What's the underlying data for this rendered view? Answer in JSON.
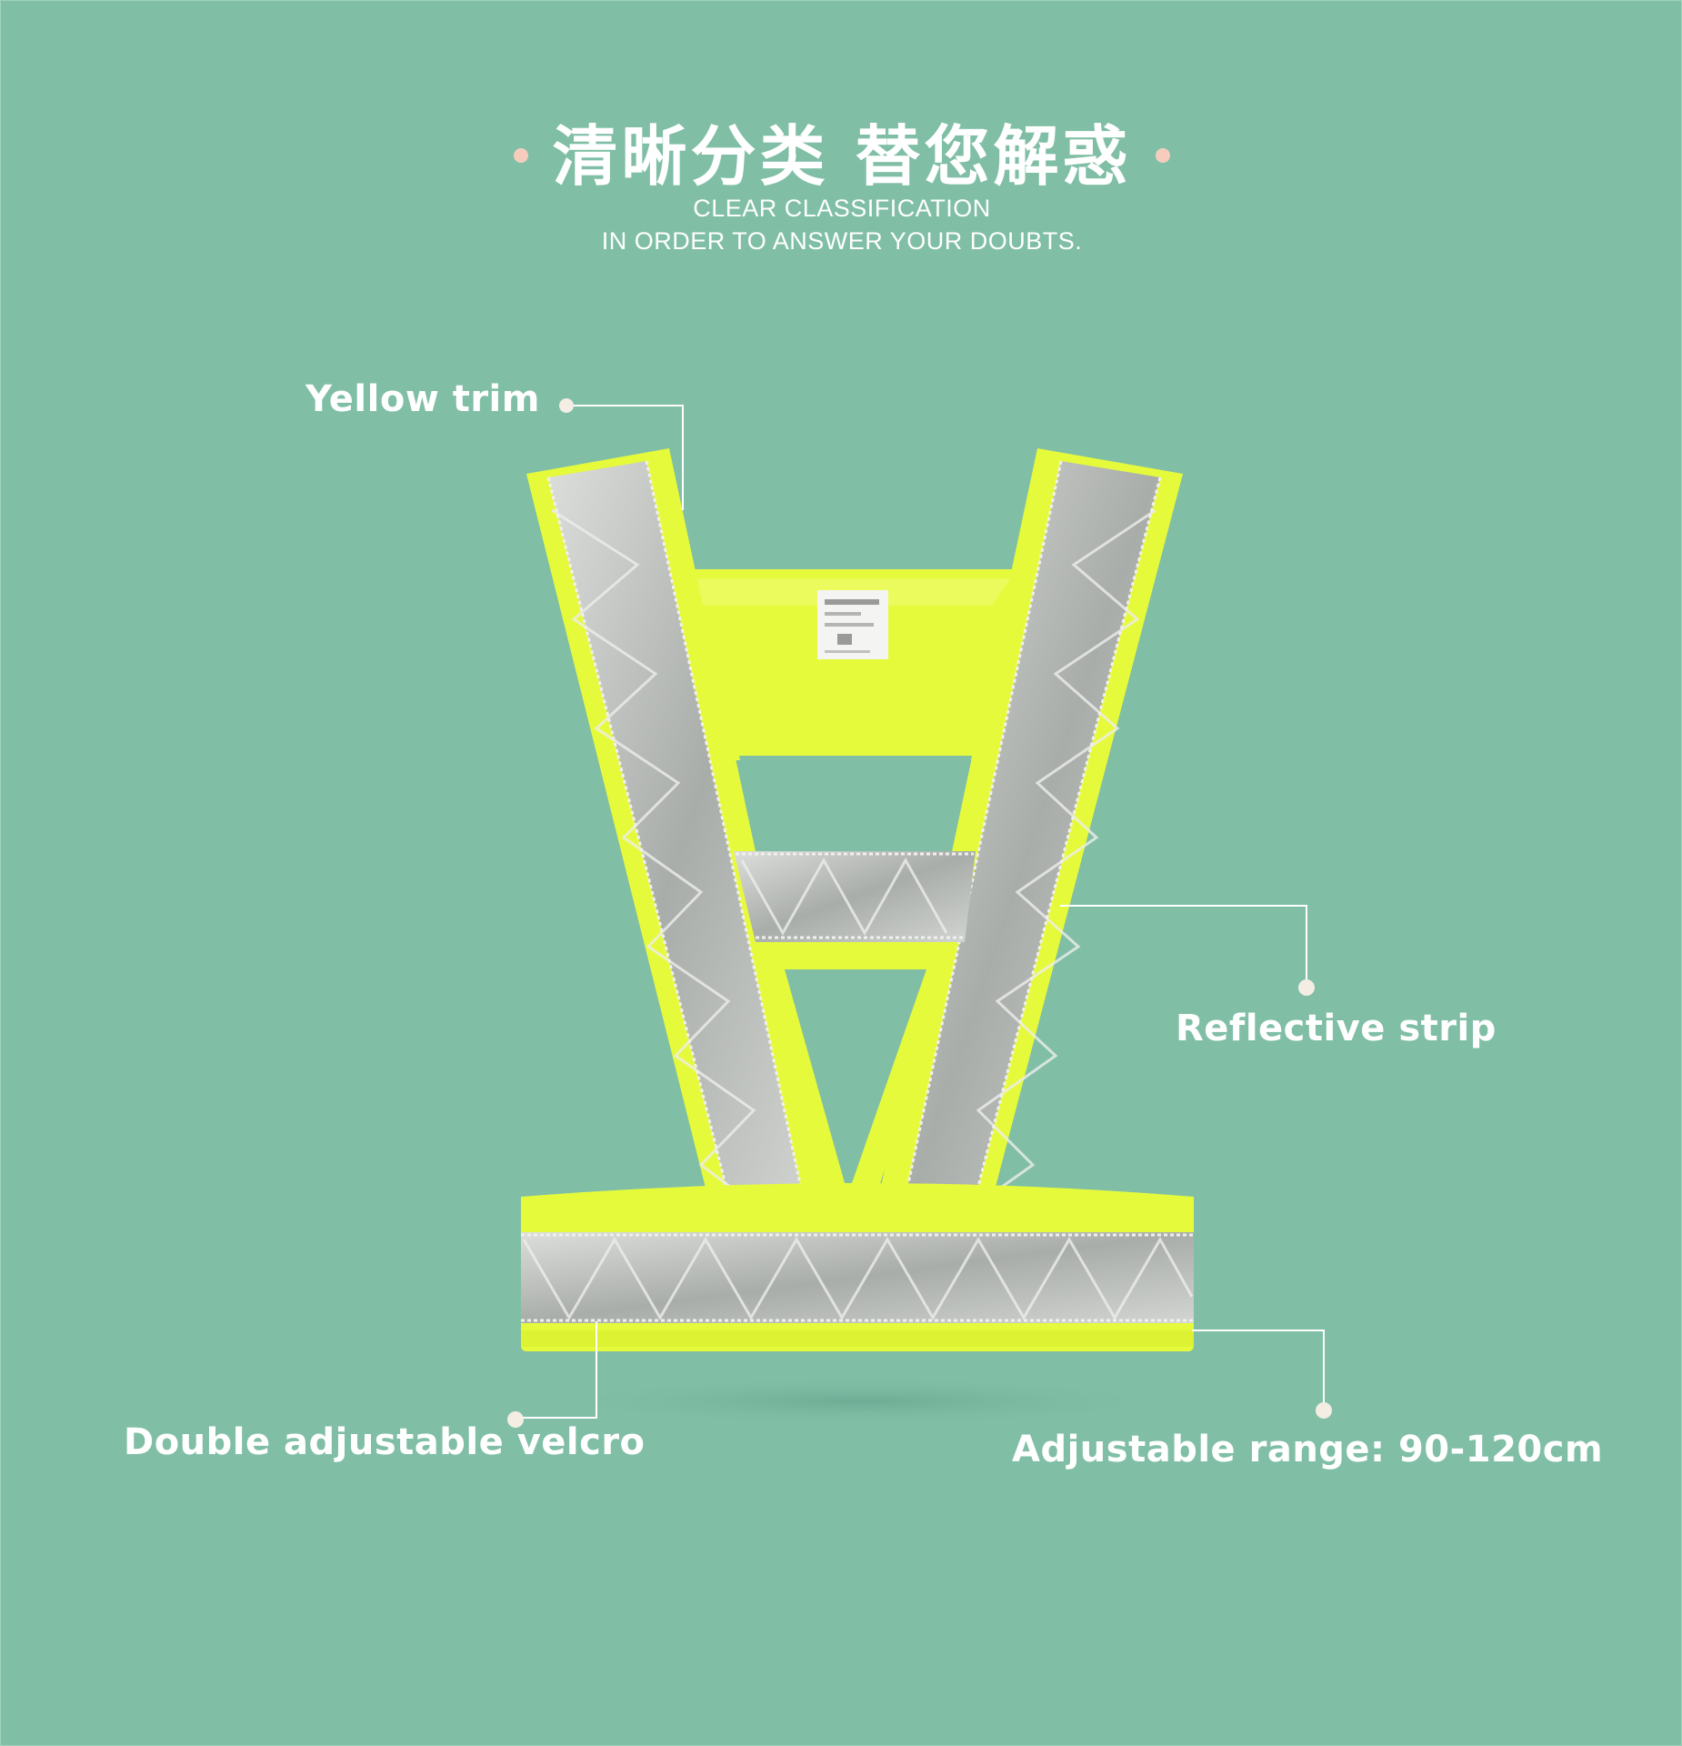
{
  "header": {
    "title_zh": "清晰分类 替您解惑",
    "subtitle_line1": "CLEAR CLASSIFICATION",
    "subtitle_line2": "IN ORDER TO ANSWER YOUR DOUBTS."
  },
  "callouts": {
    "yellow_trim": "Yellow trim",
    "reflective_strip": "Reflective strip",
    "double_velcro": "Double adjustable velcro",
    "adjustable_range": "Adjustable range: 90-120cm"
  },
  "colors": {
    "background": "#80bfa6",
    "trim_yellow": "#e6fa3c",
    "reflective_silver": "#c9ccc8",
    "accent_dot": "#f6cdbd"
  }
}
